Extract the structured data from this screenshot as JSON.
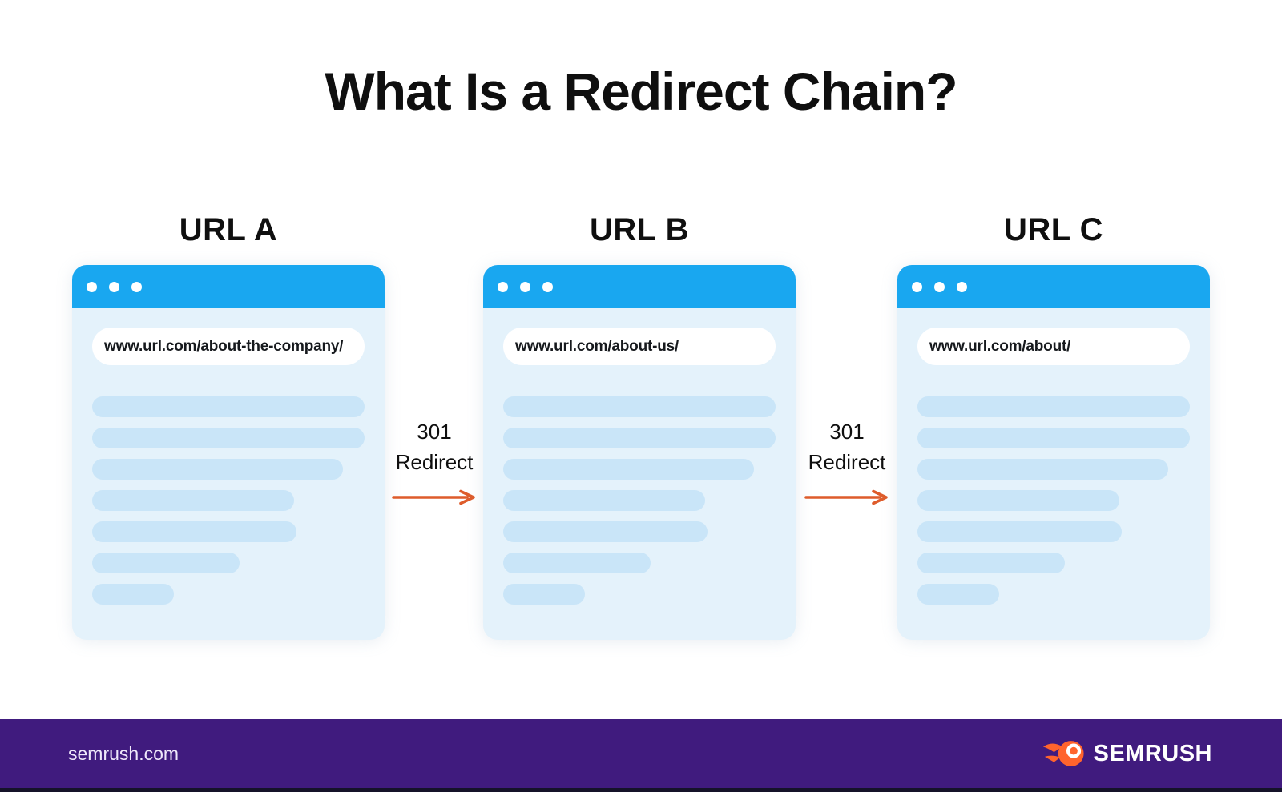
{
  "title": "What Is a Redirect Chain?",
  "browsers": [
    {
      "label": "URL A",
      "url": "www.url.com/about-the-company/"
    },
    {
      "label": "URL B",
      "url": "www.url.com/about-us/"
    },
    {
      "label": "URL C",
      "url": "www.url.com/about/"
    }
  ],
  "connectors": [
    {
      "code": "301",
      "label": "Redirect"
    },
    {
      "code": "301",
      "label": "Redirect"
    }
  ],
  "skeleton_line_widths_pct": [
    100,
    100,
    92,
    74,
    75,
    54,
    30
  ],
  "footer": {
    "site": "semrush.com",
    "brand": "SEMRUSH"
  },
  "colors": {
    "titlebar_blue": "#19A7F0",
    "body_blue": "#E4F2FB",
    "bar_blue": "#C9E5F8",
    "arrow_orange": "#DE5C2B",
    "logo_orange": "#FF642D",
    "footer_purple": "#401B7E",
    "bottom_strip": "#151329",
    "text_black": "#0F0F0F"
  }
}
